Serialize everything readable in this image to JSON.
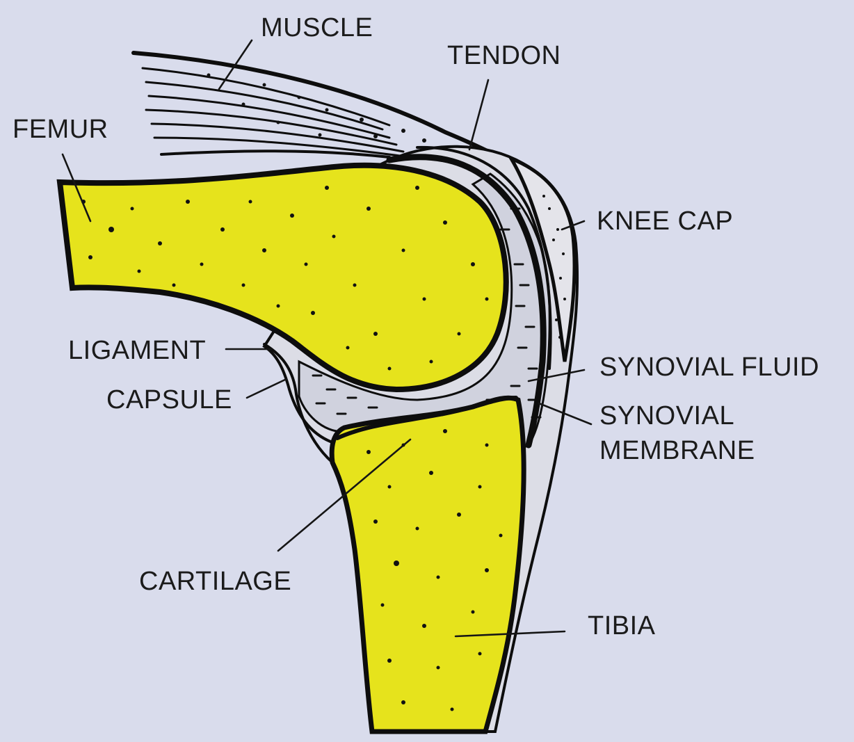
{
  "colors": {
    "background": "#d9dcec",
    "bone": "#e6e31c",
    "ink": "#0d0d0d",
    "soft_tissue": "#dcdde6"
  },
  "labels": {
    "muscle": "MUSCLE",
    "tendon": "TENDON",
    "femur": "FEMUR",
    "knee_cap": "KNEE CAP",
    "ligament": "LIGAMENT",
    "synovial_fluid": "SYNOVIAL FLUID",
    "capsule": "CAPSULE",
    "synovial_membrane_line1": "SYNOVIAL",
    "synovial_membrane_line2": "MEMBRANE",
    "cartilage": "CARTILAGE",
    "tibia": "TIBIA"
  }
}
